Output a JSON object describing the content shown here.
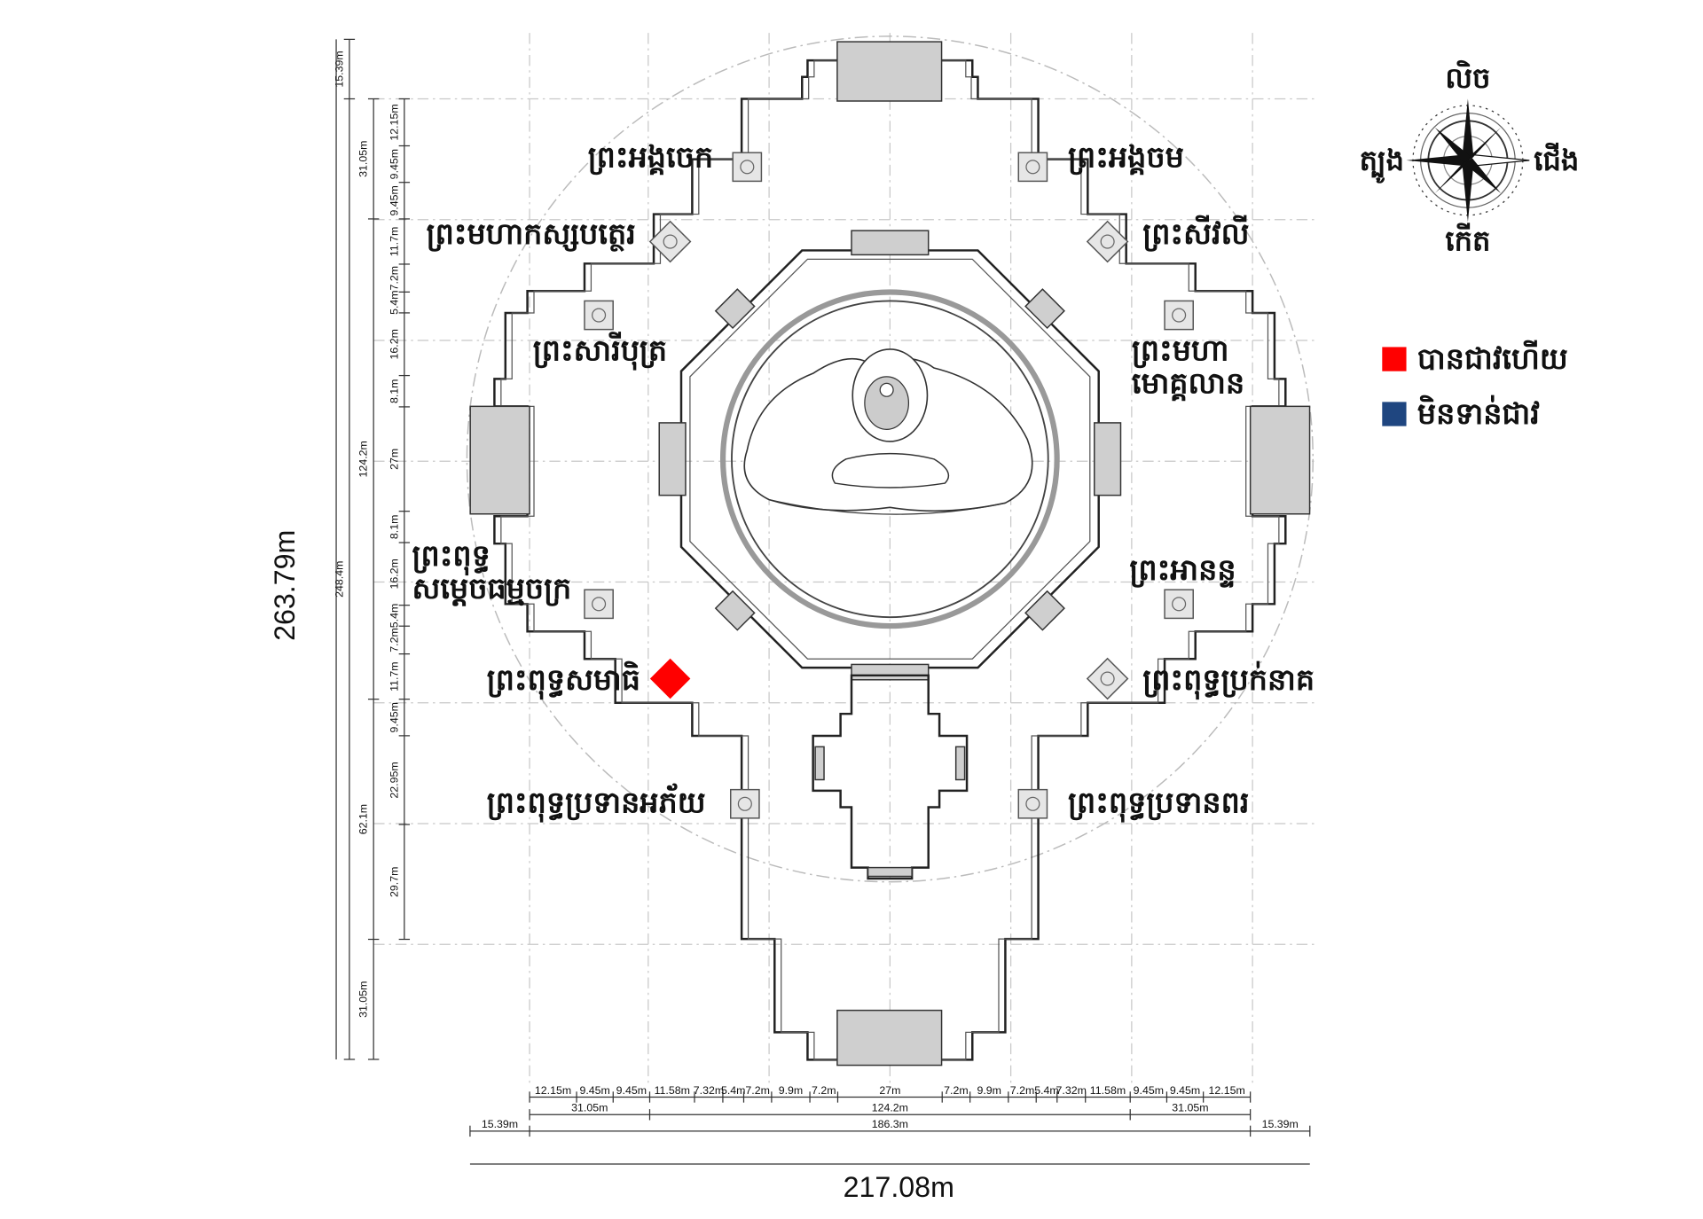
{
  "labels": {
    "ang_chek": "ព្រះអង្គចេក",
    "ang_chorm": "ព្រះអង្គចម",
    "mahakassapa": "ព្រះមហាកស្សបត្ថេរ",
    "sivali": "ព្រះសីវលី",
    "sariputta": "ព្រះសារីបុត្រ",
    "moggallana_1": "ព្រះមហា",
    "moggallana_2": "មោគ្គលាន",
    "dhammachakra_1": "ព្រះពុទ្ធ",
    "dhammachakra_2": "សម្តេចធម្មចក្រ",
    "ananda": "ព្រះអានន្ទ",
    "samadhi": "ព្រះពុទ្ធសមាធិ",
    "naga": "ព្រះពុទ្ធប្រក់នាគ",
    "abhaya": "ព្រះពុទ្ធប្រទានអភ័យ",
    "varada": "ព្រះពុទ្ធប្រទានពរ"
  },
  "compass": {
    "top": "លិច",
    "bottom": "កើត",
    "left": "ត្បូង",
    "right": "ជើង"
  },
  "legend": [
    {
      "label": "បានជាវហើយ",
      "color": "#ff0000"
    },
    {
      "label": "មិនទាន់ជាវ",
      "color": "#1f4680"
    }
  ],
  "statues": [
    {
      "id": "ang_chek",
      "status": "not_purchased"
    },
    {
      "id": "ang_chorm",
      "status": "not_purchased"
    },
    {
      "id": "mahakassapa",
      "status": "not_purchased"
    },
    {
      "id": "sivali",
      "status": "not_purchased"
    },
    {
      "id": "sariputta",
      "status": "not_purchased"
    },
    {
      "id": "moggallana",
      "status": "not_purchased"
    },
    {
      "id": "dhammachakra",
      "status": "not_purchased"
    },
    {
      "id": "ananda",
      "status": "not_purchased"
    },
    {
      "id": "samadhi",
      "status": "purchased"
    },
    {
      "id": "naga",
      "status": "not_purchased"
    },
    {
      "id": "abhaya",
      "status": "not_purchased"
    },
    {
      "id": "varada",
      "status": "not_purchased"
    }
  ],
  "dimensions": {
    "total_width": "217.08m",
    "total_height": "263.79m",
    "horizontal": {
      "row1": [
        12.15,
        9.45,
        9.45,
        11.58,
        7.32,
        5.4,
        7.2,
        9.9,
        7.2,
        27,
        7.2,
        9.9,
        7.2,
        5.4,
        7.32,
        11.58,
        9.45,
        9.45,
        12.15
      ],
      "row2": [
        31.05,
        124.2,
        31.05
      ],
      "row3": [
        15.39,
        186.3,
        15.39
      ],
      "total": 217.08
    },
    "vertical": {
      "col1": [
        12.15,
        9.45,
        9.45,
        11.7,
        7.2,
        5.4,
        16.2,
        8.1,
        27,
        8.1,
        16.2,
        5.4,
        7.2,
        11.7,
        9.45,
        22.95,
        29.7
      ],
      "col2": [
        31.05,
        124.2,
        62.1,
        31.05
      ],
      "col3": [
        15.39,
        248.4
      ],
      "total": 263.79
    }
  }
}
